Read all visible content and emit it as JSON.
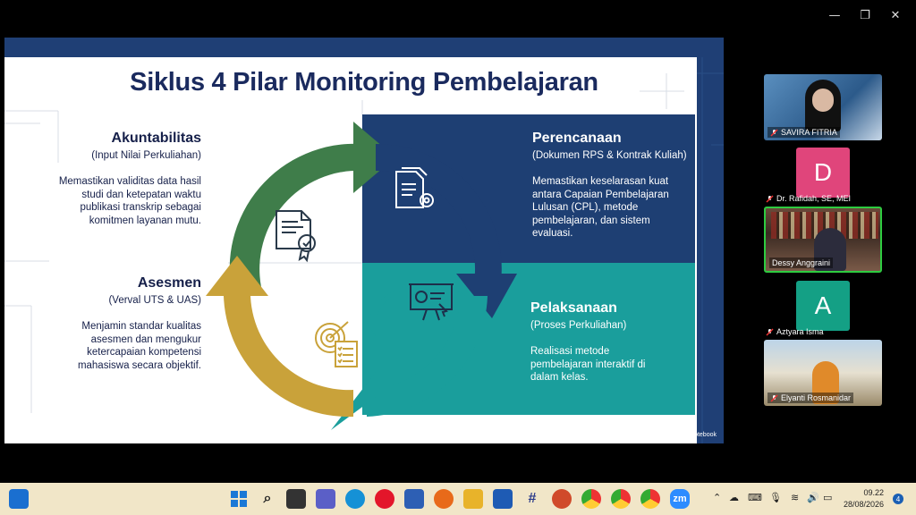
{
  "window": {
    "minimize_glyph": "—",
    "restore_glyph": "❐",
    "close_glyph": "✕"
  },
  "slide": {
    "title": "Siklus 4 Pilar Monitoring Pembelajaran",
    "brand": "Gemini Notebook",
    "pillars": {
      "akuntabilitas": {
        "title": "Akuntabilitas",
        "subtitle": "(Input Nilai Perkuliahan)",
        "description": "Memastikan validitas data hasil studi dan ketepatan waktu publikasi transkrip sebagai komitmen layanan mutu."
      },
      "perencanaan": {
        "title": "Perencanaan",
        "subtitle": "(Dokumen RPS & Kontrak Kuliah)",
        "description": "Memastikan keselarasan kuat antara Capaian Pembelajaran Lulusan (CPL), metode pembelajaran, dan sistem evaluasi."
      },
      "asesmen": {
        "title": "Asesmen",
        "subtitle": "(Verval UTS & UAS)",
        "description": "Menjamin standar kualitas asesmen dan mengukur ketercapaian kompetensi mahasiswa secara objektif."
      },
      "pelaksanaan": {
        "title": "Pelaksanaan",
        "subtitle": "(Proses Perkuliahan)",
        "description": "Realisasi metode pembelajaran interaktif di dalam kelas."
      }
    },
    "colors": {
      "navy": "#1e3f73",
      "teal": "#1a9e9c",
      "green": "#3f7d4a",
      "gold": "#c9a23a"
    }
  },
  "participants": [
    {
      "name": "SAVIRA FITRIA",
      "type": "video"
    },
    {
      "name": "Dr. Rafidah, SE, MEI",
      "type": "avatar",
      "initial": "D",
      "color": "#e0457b"
    },
    {
      "name": "Dessy Anggraini",
      "type": "video"
    },
    {
      "name": "Aztyara Isma",
      "type": "avatar",
      "initial": "A",
      "color": "#14a085"
    },
    {
      "name": "Elyanti Rosmanidar",
      "type": "video"
    }
  ],
  "taskbar": {
    "zoom_label": "zm",
    "time": "09.22",
    "date": "28/08/2026",
    "notification_count": "4"
  }
}
